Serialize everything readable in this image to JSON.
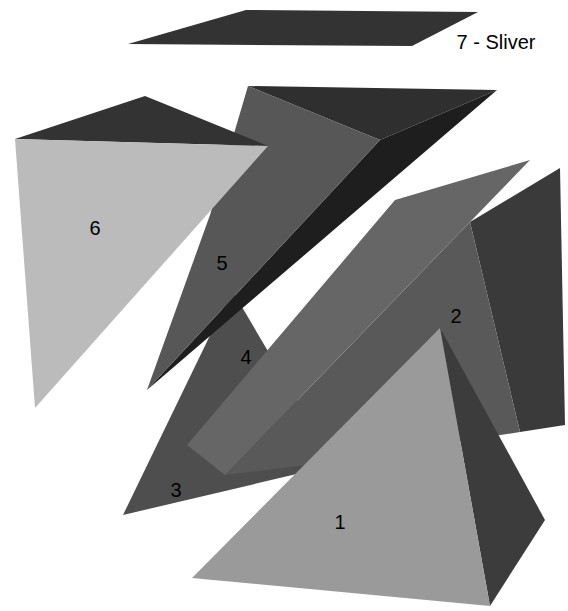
{
  "diagram": {
    "labels": [
      "7 - Sliver",
      "6",
      "5",
      "2",
      "4",
      "3",
      "1"
    ]
  }
}
